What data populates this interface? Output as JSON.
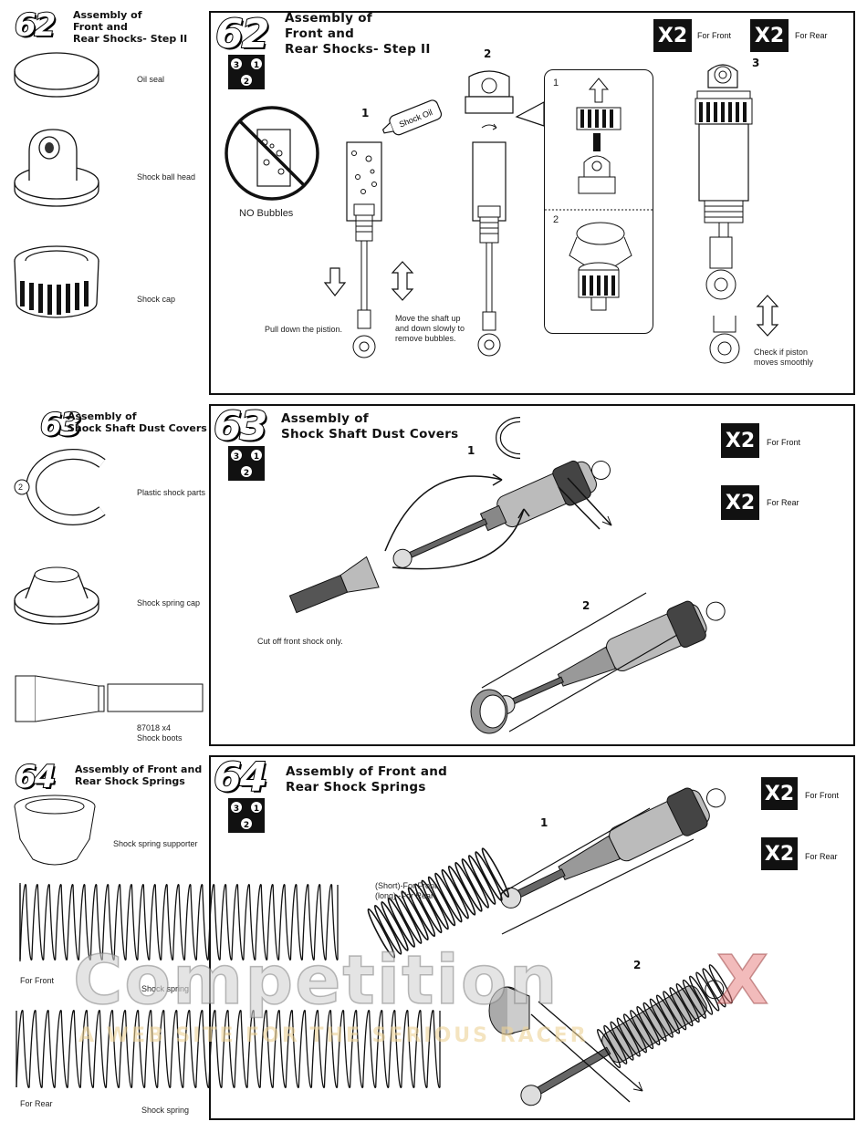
{
  "side62": {
    "num": "62",
    "title_l1": "Assembly of",
    "title_l2": "Front and",
    "title_l3": "Rear Shocks- Step II",
    "parts": [
      "Oil seal",
      "Shock ball head",
      "Shock cap"
    ]
  },
  "main62": {
    "num": "62",
    "title_l1": "Assembly of",
    "title_l2": "Front and",
    "title_l3": "Rear Shocks- Step II",
    "no_bubbles": "NO Bubbles",
    "shock_oil": "Shock Oil",
    "pull_down": "Pull down the pistion.",
    "move_l1": "Move the shaft up",
    "move_l2": "and down slowly to",
    "move_l3": "remove bubbles.",
    "check_l1": "Check if piston",
    "check_l2": "moves smoothly",
    "x_front": "X2",
    "for_front": "For Front",
    "x_rear": "X2",
    "for_rear": "For Rear",
    "steps": [
      "1",
      "2",
      "3"
    ],
    "inset_steps": [
      "1",
      "2"
    ]
  },
  "side63": {
    "num": "63",
    "title_l1": "Assembly of",
    "title_l2": "Shock Shaft Dust Covers",
    "clip_num": "2",
    "parts": [
      "Plastic shock parts",
      "Shock spring cap"
    ],
    "boots_l1": "87018  x4",
    "boots_l2": "Shock boots"
  },
  "main63": {
    "num": "63",
    "title_l1": "Assembly of",
    "title_l2": "Shock Shaft Dust Covers",
    "cut_off": "Cut off front shock only.",
    "x_front": "X2",
    "for_front": "For Front",
    "x_rear": "X2",
    "for_rear": "For Rear",
    "steps": [
      "1",
      "2"
    ]
  },
  "side64": {
    "num": "64",
    "title_l1": "Assembly of Front and",
    "title_l2": "Rear Shock Springs",
    "supporter": "Shock spring supporter",
    "for_front": "For Front",
    "for_rear": "For Rear",
    "spring": "Shock spring"
  },
  "main64": {
    "num": "64",
    "title_l1": "Assembly of Front and",
    "title_l2": "Rear Shock Springs",
    "short_front": "(Short)-For Front",
    "long_rear": "(long) -For Rear",
    "x_front": "X2",
    "for_front": "For Front",
    "x_rear": "X2",
    "for_rear": "For Rear",
    "steps": [
      "1",
      "2"
    ]
  },
  "watermark": {
    "logo": "CompetitionX",
    "tagline": "A WEB SITE FOR THE SERIOUS RACER"
  }
}
